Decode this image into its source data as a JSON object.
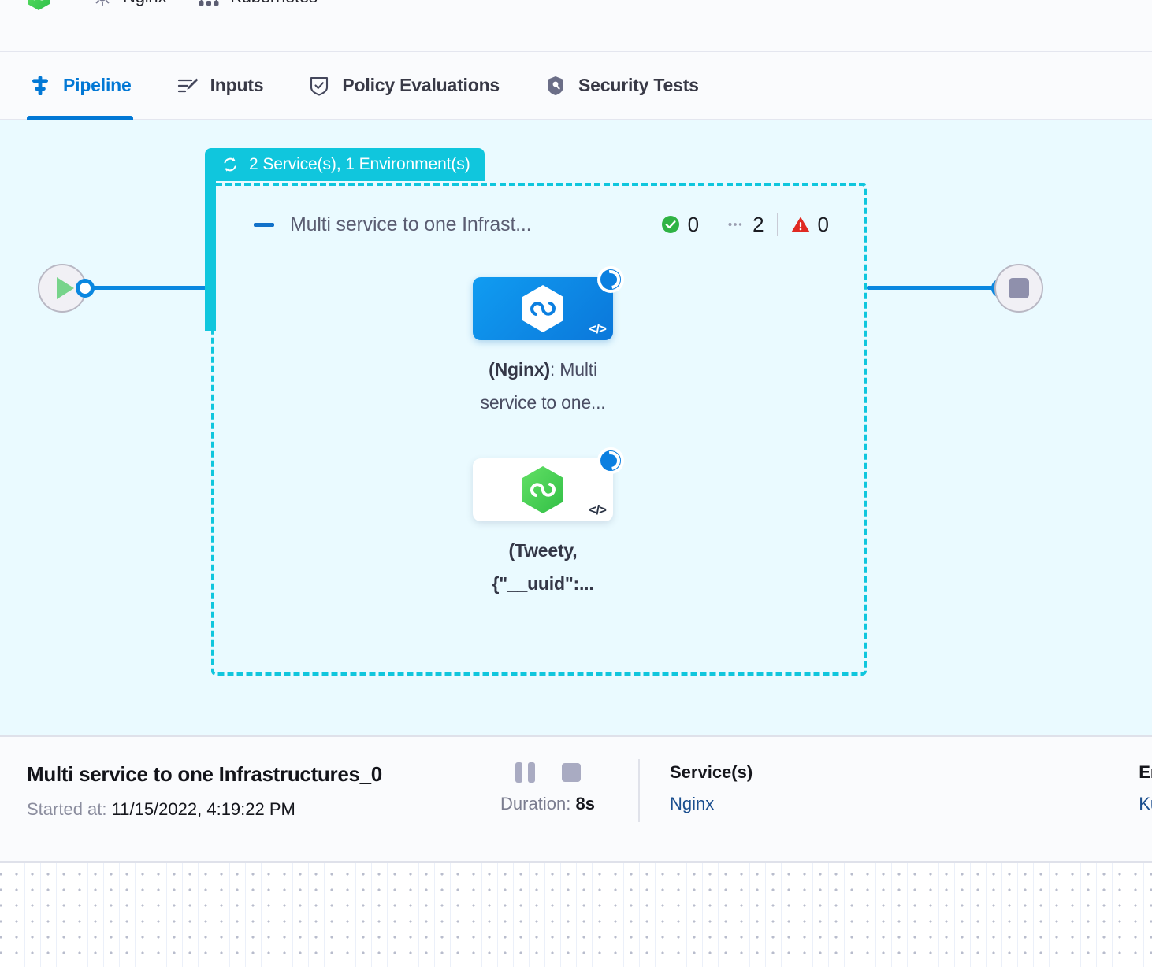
{
  "breadcrumb": {
    "items": [
      {
        "icon": "hexagon-green-icon",
        "label": ""
      },
      {
        "icon": "gear-icon",
        "label": "Nginx"
      },
      {
        "icon": "kubernetes-icon",
        "label": "Kubernetes"
      }
    ]
  },
  "tabs": [
    {
      "label": "Pipeline",
      "icon": "pipeline-icon",
      "active": true
    },
    {
      "label": "Inputs",
      "icon": "inputs-icon",
      "active": false
    },
    {
      "label": "Policy Evaluations",
      "icon": "policy-shield-check-icon",
      "active": false
    },
    {
      "label": "Security Tests",
      "icon": "security-shield-icon",
      "active": false
    }
  ],
  "canvas": {
    "group_badge": {
      "icon": "loop-repeat-icon",
      "text": "2 Service(s), 1 Environment(s)"
    },
    "stage": {
      "title": "Multi service to one Infrast...",
      "collapse_icon": "collapse-dash-icon",
      "counts": [
        {
          "icon": "success-check-icon",
          "value": "0"
        },
        {
          "icon": "running-dots-icon",
          "value": "2"
        },
        {
          "icon": "warning-triangle-icon",
          "value": "0"
        }
      ]
    },
    "start_node": {
      "icon": "play-icon"
    },
    "end_node": {
      "icon": "stop-icon"
    },
    "nodes": [
      {
        "icon": "hexagon-infinity-blue-icon",
        "code_glyph": "</>",
        "status": "running-spinner",
        "label_bold": "(Nginx)",
        "label_rest": ": Multi",
        "label_line2": "service to one..."
      },
      {
        "icon": "hexagon-infinity-green-icon",
        "code_glyph": "</>",
        "status": "running-spinner",
        "label_line1": "(Tweety,",
        "label_line2": "{\"__uuid\":..."
      }
    ]
  },
  "detail": {
    "title": "Multi service to one Infrastructures_0",
    "started_label": "Started at:",
    "started_value": "11/15/2022, 4:19:22 PM",
    "pause_icon": "pause-icon",
    "stop_icon": "stop-icon",
    "duration_label": "Duration:",
    "duration_value": "8s",
    "services": {
      "heading": "Service(s)",
      "value": "Nginx"
    },
    "environments": {
      "heading": "Envi",
      "value": "Kub"
    }
  },
  "colors": {
    "accent_blue": "#0278d5",
    "group_teal": "#10c6dd",
    "canvas_bg": "#eafaff",
    "panel_bg": "#fafbfd",
    "success_green": "#2fb344",
    "warning_red": "#e02a22",
    "link_blue": "#1b4f8f"
  }
}
